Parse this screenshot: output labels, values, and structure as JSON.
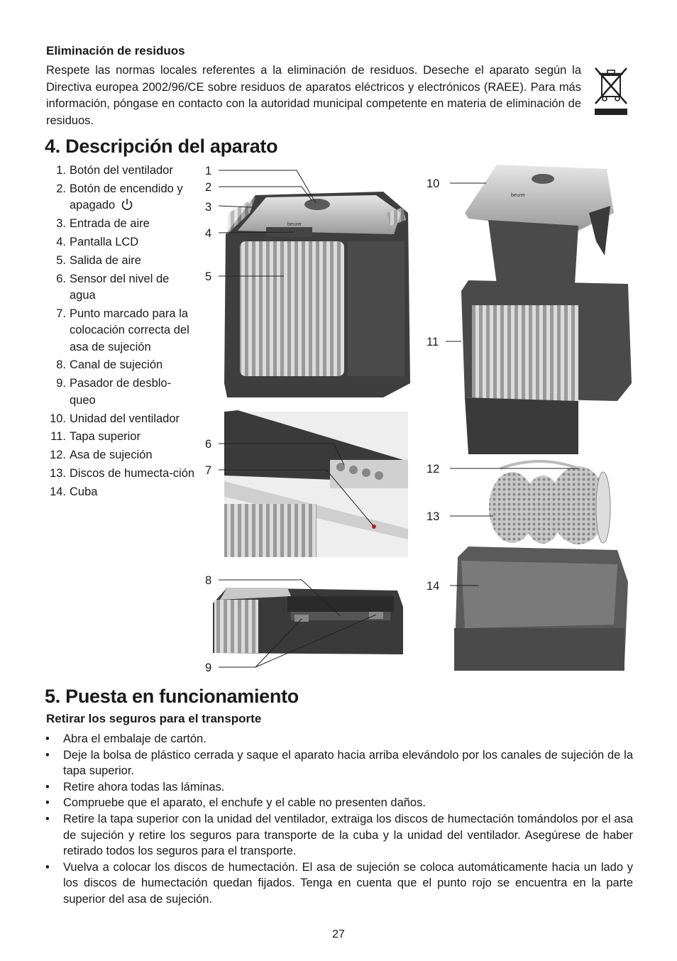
{
  "disposal": {
    "heading": "Eliminación de residuos",
    "text": "Respete las normas locales referentes a la eliminación de residuos. Deseche el aparato según la Directiva europea 2002/96/CE sobre residuos de aparatos eléctricos y electrónicos (RAEE). Para más información, póngase en contacto con la autoridad municipal competente en materia de eliminación de residuos.",
    "icon": "crossed-out-bin-icon"
  },
  "section4": {
    "title": "4. Descripción del aparato",
    "parts": [
      {
        "num": "1.",
        "label": "Botón del ventilador"
      },
      {
        "num": "2.",
        "label": "Botón de encendido y apagado"
      },
      {
        "num": "3.",
        "label": "Entrada de aire"
      },
      {
        "num": "4.",
        "label": "Pantalla LCD"
      },
      {
        "num": "5.",
        "label": "Salida de aire"
      },
      {
        "num": "6.",
        "label": "Sensor del nivel de agua"
      },
      {
        "num": "7.",
        "label": "Punto marcado para la colocación correcta del asa de sujeción"
      },
      {
        "num": "8.",
        "label": "Canal de sujeción"
      },
      {
        "num": "9.",
        "label": "Pasador de desblo-queo"
      },
      {
        "num": "10.",
        "label": "Unidad del ventilador"
      },
      {
        "num": "11.",
        "label": "Tapa superior"
      },
      {
        "num": "12.",
        "label": "Asa de sujeción"
      },
      {
        "num": "13.",
        "label": "Discos de humecta-ción"
      },
      {
        "num": "14.",
        "label": "Cuba"
      }
    ],
    "callouts": [
      "1",
      "2",
      "3",
      "4",
      "5",
      "6",
      "7",
      "8",
      "9",
      "10",
      "11",
      "12",
      "13",
      "14"
    ],
    "brand": "beurer"
  },
  "section5": {
    "title": "5. Puesta en funcionamiento",
    "subheading": "Retirar los seguros para el transporte",
    "bullets": [
      "Abra el embalaje de cartón.",
      "Deje la bolsa de plástico cerrada y saque el aparato hacia arriba elevándolo por los canales de sujeción de la tapa superior.",
      "Retire ahora todas las láminas.",
      "Compruebe que el aparato, el enchufe y el cable no presenten daños.",
      "Retire la tapa superior con la unidad del ventilador, extraiga los discos de humectación tomándolos por el asa de sujeción y retire los seguros para transporte de la cuba y la unidad del ventilador. Asegúrese de haber retirado todos los seguros para el transporte.",
      "Vuelva a colocar los discos de humectación. El asa de sujeción se coloca automáticamente hacia un lado y los discos de humectación quedan fijados. Tenga en cuenta que el punto rojo se encuentra en la parte superior del asa de sujeción."
    ]
  },
  "page_number": "27"
}
